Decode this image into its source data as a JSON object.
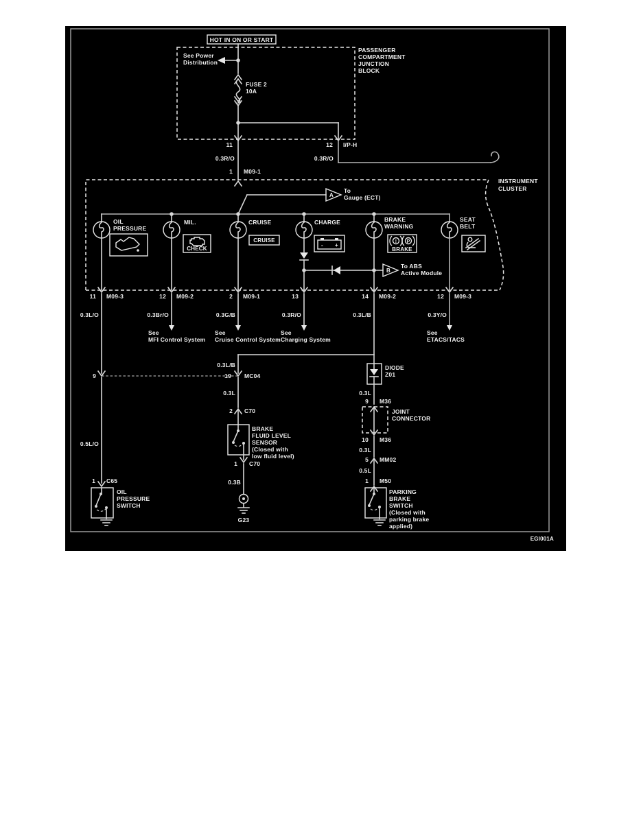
{
  "colors": {
    "background": "#000000",
    "wire": "#d8d8d8",
    "text": "#f0f0f0"
  },
  "code": "EGI001A",
  "power": {
    "hot": "HOT IN ON OR START",
    "see_1": "See Power",
    "see_2": "Distribution",
    "block_1": "PASSENGER",
    "block_2": "COMPARTMENT",
    "block_3": "JUNCTION",
    "block_4": "BLOCK",
    "fuse_1": "FUSE 2",
    "fuse_2": "10A",
    "pin_a": "11",
    "pin_b": "12",
    "harness": "I/P-H",
    "wire_a": "0.3R/O",
    "wire_b": "0.3R/O",
    "entry_pin": "1",
    "entry_conn": "M09-1"
  },
  "cluster": {
    "title_1": "INSTRUMENT",
    "title_2": "CLUSTER",
    "gauge_ref": "A",
    "gauge_1": "To",
    "gauge_2": "Gauge (ECT)",
    "abs_ref": "B",
    "abs_1": "To ABS",
    "abs_2": "Active Module",
    "lamps": [
      {
        "l1": "OIL",
        "l2": "PRESSURE"
      },
      {
        "l1": "MIL.",
        "icon_text": "CHECK"
      },
      {
        "l1": "CRUISE",
        "icon_text": "CRUISE"
      },
      {
        "l1": "CHARGE",
        "minus": "-",
        "plus": "+"
      },
      {
        "l1": "BRAKE",
        "l2": "WARNING",
        "sym_1": "!",
        "sym_2": "P",
        "icon_text": "BRAKE"
      },
      {
        "l1": "SEAT",
        "l2": "BELT"
      }
    ],
    "pins": [
      {
        "pin": "11",
        "conn": "M09-3",
        "wire": "0.3L/O"
      },
      {
        "pin": "12",
        "conn": "M09-2",
        "wire": "0.3Br/O",
        "see": "See",
        "dest": "MFI Control System"
      },
      {
        "pin": "2",
        "conn": "M09-1",
        "wire": "0.3G/B",
        "see": "See",
        "dest": "Cruise Control System"
      },
      {
        "pin": "13",
        "wire": "0.3R/O",
        "see": "See",
        "dest": "Charging System"
      },
      {
        "pin": "14",
        "conn": "M09-2",
        "wire": "0.3L/B"
      },
      {
        "pin": "12",
        "conn": "M09-3",
        "wire": "0.3Y/O",
        "see": "See",
        "dest": "ETACS/TACS"
      }
    ]
  },
  "oil_branch": {
    "pin9": "9",
    "wire": "0.5L/O",
    "pin": "1",
    "conn": "C65",
    "sw_1": "OIL",
    "sw_2": "PRESSURE",
    "sw_3": "SWITCH"
  },
  "fluid_branch": {
    "wire_top": "0.3L/B",
    "pin19": "19",
    "conn19": "MC04",
    "wire_mid": "0.3L",
    "pin_in": "2",
    "conn_in": "C70",
    "s_1": "BRAKE",
    "s_2": "FLUID LEVEL",
    "s_3": "SENSOR",
    "s_4": "(Closed with",
    "s_5": "low fluid level)",
    "pin_out": "1",
    "conn_out": "C70",
    "wire_out": "0.3B",
    "ground": "G23"
  },
  "park_branch": {
    "diode_1": "DIODE",
    "diode_2": "Z01",
    "wire_1": "0.3L",
    "pin_in": "9",
    "conn_in": "M36",
    "joint_1": "JOINT",
    "joint_2": "CONNECTOR",
    "pin_out": "10",
    "conn_out": "M36",
    "wire_2": "0.3L",
    "pin_mm": "5",
    "conn_mm": "MM02",
    "wire_3": "0.5L",
    "pin_m50": "1",
    "conn_m50": "M50",
    "s_1": "PARKING",
    "s_2": "BRAKE",
    "s_3": "SWITCH",
    "s_4": "(Closed with",
    "s_5": "parking brake",
    "s_6": "applied)"
  }
}
